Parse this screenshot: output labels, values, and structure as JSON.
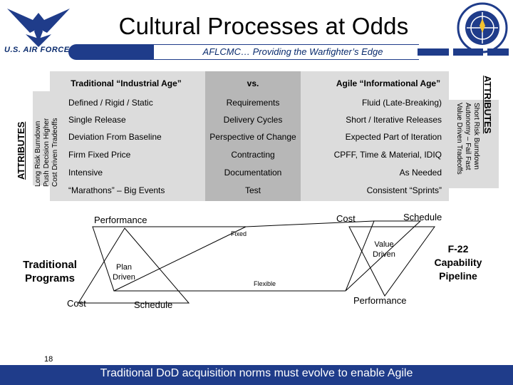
{
  "header": {
    "title": "Cultural Processes at Odds",
    "org_name": "U.S. AIR FORCE",
    "tagline": "AFLCMC… Providing the Warfighter’s Edge",
    "colors": {
      "brand_blue": "#1f3c8a",
      "panel_grey": "#dcdcdc",
      "middle_grey": "#b7b7b7"
    },
    "icons": [
      "air-force-logo-icon",
      "aflcmc-seal-icon"
    ]
  },
  "comparison": {
    "left_header": "Traditional “Industrial Age”",
    "mid_header": "vs.",
    "right_header": "Agile “Informational Age”",
    "rows": [
      {
        "left": "Defined / Rigid / Static",
        "mid": "Requirements",
        "right": "Fluid (Late-Breaking)"
      },
      {
        "left": "Single Release",
        "mid": "Delivery Cycles",
        "right": "Short / Iterative Releases"
      },
      {
        "left": "Deviation From Baseline",
        "mid": "Perspective of Change",
        "right": "Expected Part of Iteration"
      },
      {
        "left": "Firm Fixed Price",
        "mid": "Contracting",
        "right": "CPFF, Time & Material, IDIQ"
      },
      {
        "left": "Intensive",
        "mid": "Documentation",
        "right": "As Needed"
      },
      {
        "left": "“Marathons” – Big Events",
        "mid": "Test",
        "right": "Consistent “Sprints”"
      }
    ],
    "left_attributes_title": "ATTRIBUTES",
    "left_attributes": [
      "Long Risk Burndown",
      "Push Decision Higher",
      "Cost Driven Tradeoffs"
    ],
    "right_attributes_title": "ATTRIBUTES",
    "right_attributes": [
      "Short Risk Burndown",
      "Autonomy – Fail Fast",
      "Value Driven Tradeoffs"
    ]
  },
  "diagram": {
    "left_triangle": {
      "top": "Performance",
      "bottom_left": "Cost",
      "bottom_right": "Schedule",
      "center": "Plan Driven",
      "side_label": "Traditional Programs"
    },
    "right_triangle": {
      "top_left": "Cost",
      "top_right": "Schedule",
      "bottom": "Performance",
      "center": "Value Driven",
      "side_label": "F-22 Capability Pipeline"
    },
    "fixed_label": "Fixed",
    "flexible_label": "Flexible"
  },
  "footer": {
    "page_number": "18",
    "message": "Traditional DoD acquisition norms must evolve to enable Agile"
  }
}
